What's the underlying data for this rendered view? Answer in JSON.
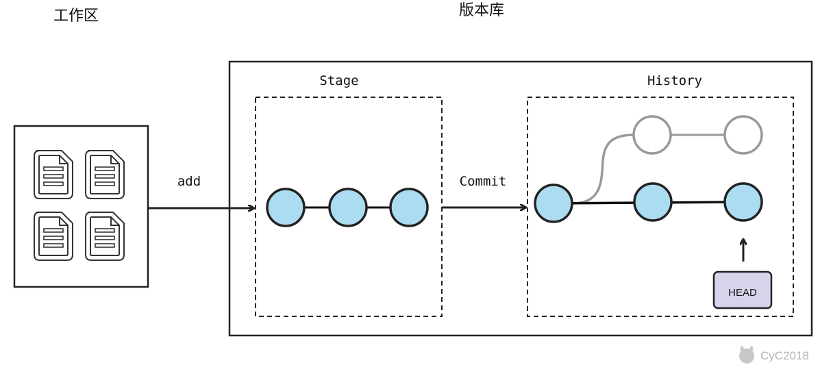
{
  "labels": {
    "workspace": "工作区",
    "repository": "版本库",
    "stage": "Stage",
    "history": "History",
    "add": "add",
    "commit": "Commit",
    "head": "HEAD",
    "watermark": "CyC2018"
  },
  "workspace": {
    "file_count": 4,
    "file_icon": "document-icon"
  },
  "stage": {
    "node_count": 3
  },
  "history": {
    "main_branch_nodes": 3,
    "side_branch_nodes": 2,
    "head_points_to": "last main-branch node"
  },
  "colors": {
    "node_fill": "#acdcf1",
    "branch_node_fill": "#ffffff",
    "branch_line": "#999999",
    "head_fill": "#d6d3ea",
    "stroke": "#222222"
  }
}
